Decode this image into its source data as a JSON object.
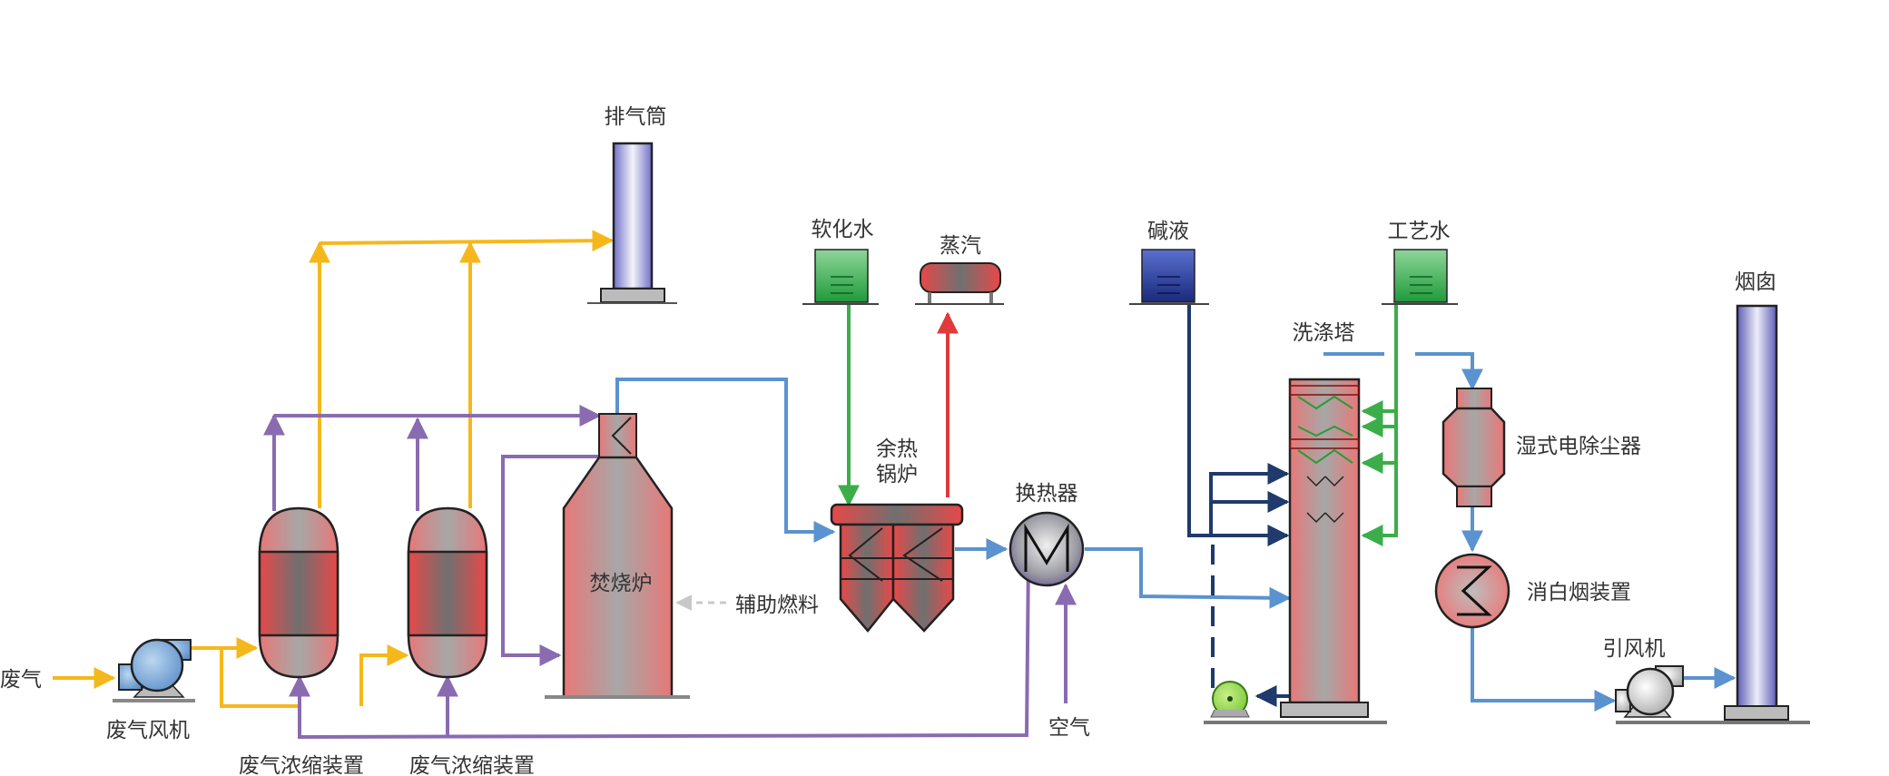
{
  "labels": {
    "exhaust_stack": "排气筒",
    "softened_water": "软化水",
    "steam": "蒸汽",
    "alkali": "碱液",
    "process_water": "工艺水",
    "chimney": "烟囱",
    "scrubber": "洗涤塔",
    "wet_esp": "湿式电除尘器",
    "waste_heat_boiler_1": "余热",
    "waste_heat_boiler_2": "锅炉",
    "heat_exchanger": "换热器",
    "incinerator": "焚烧炉",
    "aux_fuel": "辅助燃料",
    "waste_gas": "废气",
    "waste_gas_fan": "废气风机",
    "concentrator_1": "废气浓缩装置",
    "concentrator_2": "废气浓缩装置",
    "air": "空气",
    "de_plume": "消白烟装置",
    "induced_fan": "引风机"
  },
  "colors": {
    "yellow_line": "#f5b81c",
    "purple_line": "#8a6bb0",
    "blue_line": "#5a93cf",
    "green_line": "#3bae4a",
    "red_line": "#e03a3a",
    "navy_line": "#1f3a6b"
  }
}
